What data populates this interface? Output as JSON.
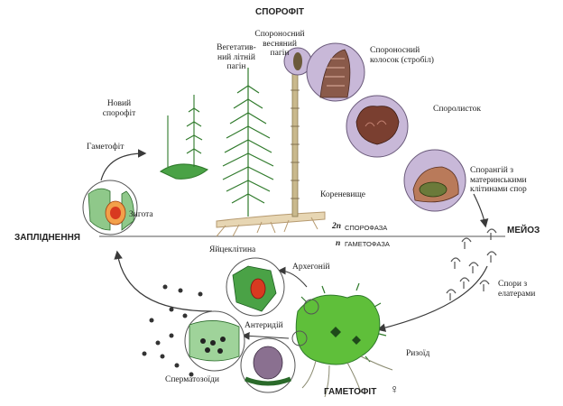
{
  "title": "СПОРОФІТ",
  "labels": {
    "new_sporophyte": [
      "Новий",
      "спорофіт"
    ],
    "gametophyte_top": "Гаметофіт",
    "vegetative_shoot": [
      "Вегетатив-",
      "ний літній",
      "пагін"
    ],
    "spore_bearing_shoot": [
      "Спороносний",
      "весняний",
      "пагін"
    ],
    "strobilus": [
      "Спороносний",
      "колосок (стробіл)"
    ],
    "sporophyll": "Споролисток",
    "sporangium": [
      "Спорангій з",
      "материнськими",
      "клітинами спор"
    ],
    "rhizome": "Кореневище",
    "zygote": "Зигота",
    "fertilization": "ЗАПЛІДНЕННЯ",
    "meiosis": "МЕЙОЗ",
    "sporophase_ploidy": "2n",
    "sporophase": "СПОРОФАЗА",
    "gametophase_ploidy": "n",
    "gametophase": "ГАМЕТОФАЗА",
    "egg_cell": "Яйцеклітина",
    "archegonium": "Архегоній",
    "antheridium": "Антеридій",
    "spores_with_elaters": [
      "Спори з",
      "елатерами"
    ],
    "rhizoid": "Ризоїд",
    "spermatozoids": "Сперматозоїди",
    "gametophyte_bottom": "ГАМЕТОФІТ",
    "female_symbol": "♀"
  },
  "colors": {
    "plant_green": "#3d9a3a",
    "dark_green": "#1f5e22",
    "circle_fill": "#c8b8d8",
    "circle_stroke": "#6a5a7a",
    "strobilus_brown": "#7a4a3a",
    "zygote_red": "#d83a20",
    "cycle_line": "#3a3a3a"
  }
}
